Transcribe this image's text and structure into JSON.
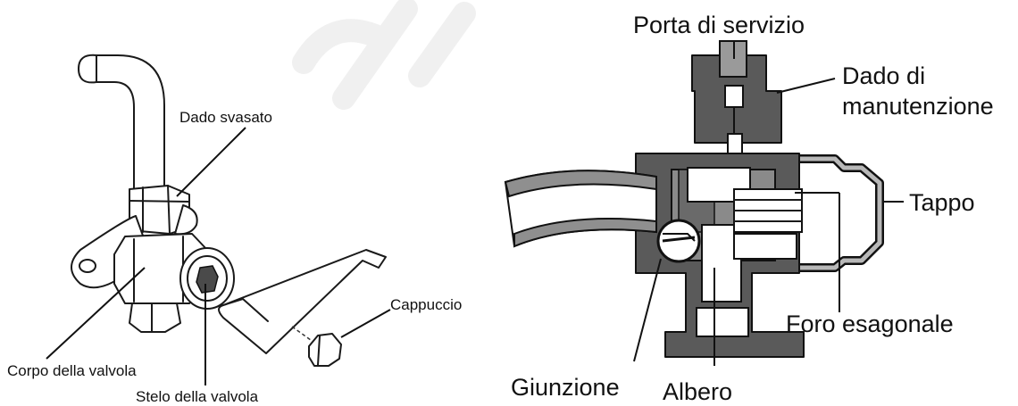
{
  "left_figure": {
    "labels": {
      "flare_nut": "Dado svasato",
      "cap": "Cappuccio",
      "valve_body": "Corpo della valvola",
      "valve_stem": "Stelo della valvola"
    }
  },
  "right_figure": {
    "labels": {
      "service_port": "Porta di servizio",
      "service_nut_line1": "Dado di",
      "service_nut_line2": "manutenzione",
      "cap": "Tappo",
      "hex_hole": "Foro esagonale",
      "joint": "Giunzione",
      "shaft": "Albero"
    }
  },
  "colors": {
    "ink": "#1a1a1a",
    "dark_fill": "#5a5a5a",
    "mid_fill": "#9a9a9a",
    "watermark": "#e8e8e8"
  }
}
